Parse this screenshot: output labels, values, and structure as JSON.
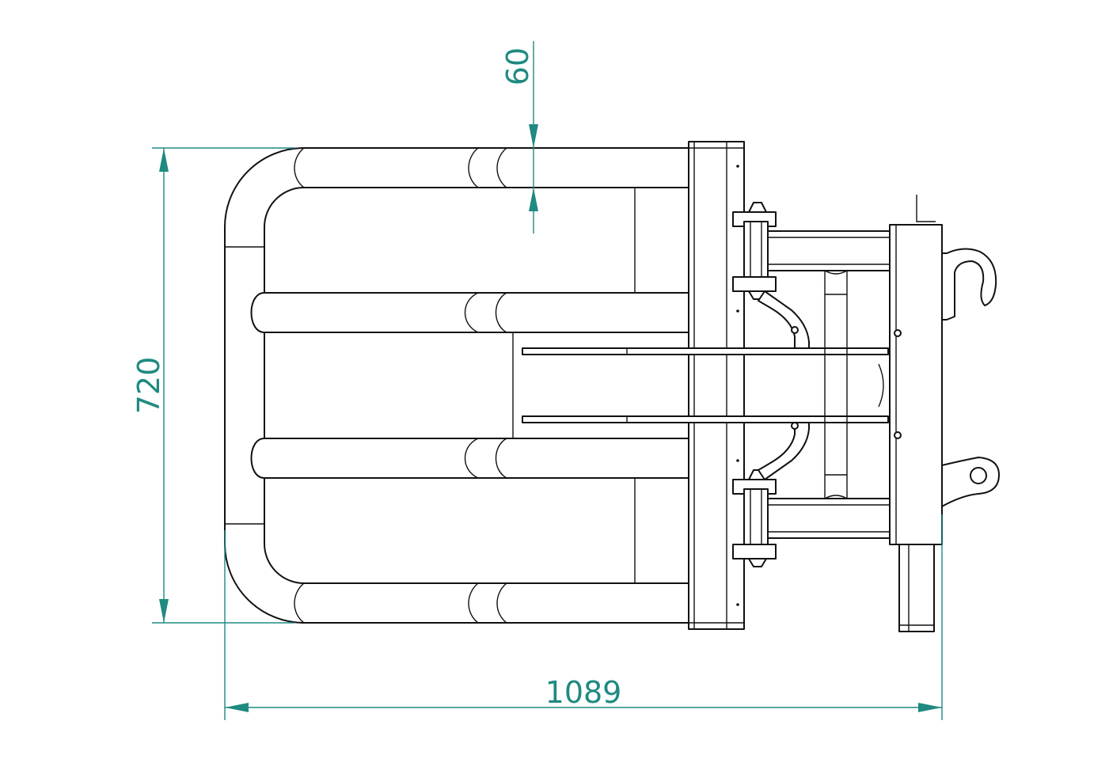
{
  "dimensions": {
    "length": "1089",
    "height": "720",
    "tine_gap": "60"
  },
  "colors": {
    "dimension": "#1f8a80",
    "outline": "#111111",
    "background": "#ffffff"
  }
}
